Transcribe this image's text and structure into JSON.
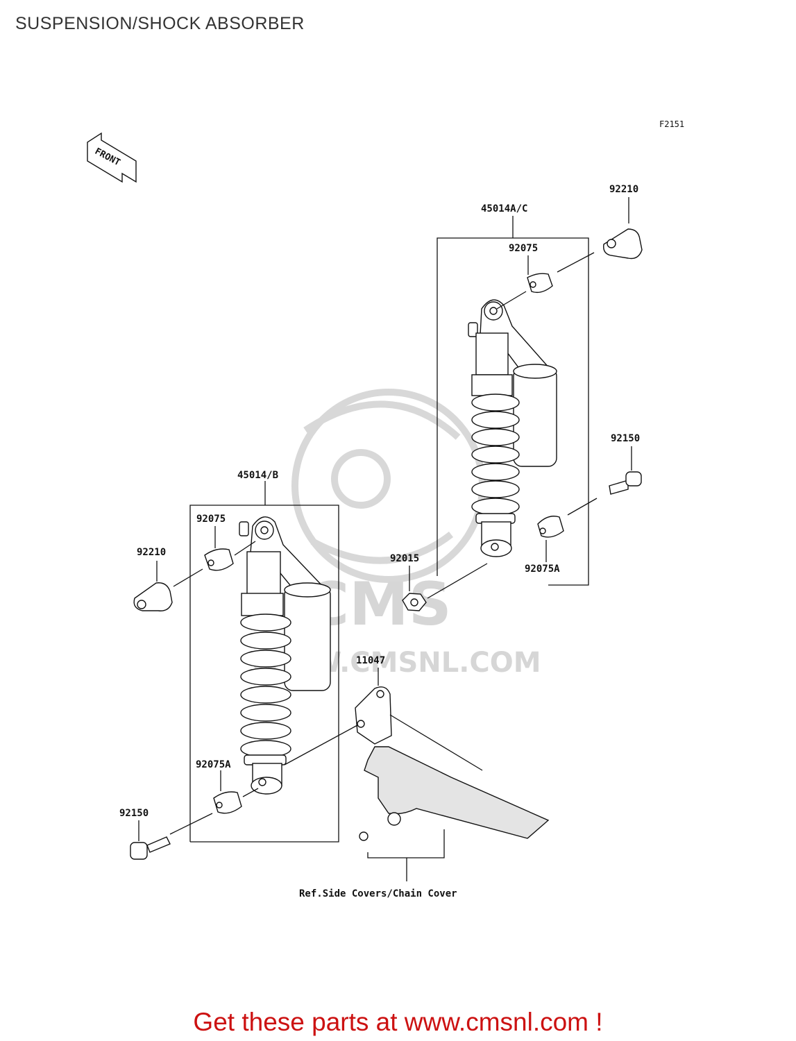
{
  "title": "SUSPENSION/SHOCK ABSORBER",
  "figure_code": "F2151",
  "front_marker": "FRONT",
  "watermark": "WWW.CMSNL.COM",
  "labels": {
    "shock_right_assembly": "45014A/C",
    "shock_left_assembly": "45014/B",
    "collar_top_right": "92210",
    "bushing_top_right": "92075",
    "bolt_bottom_right": "92150",
    "nut": "92015",
    "bushing_bottom_right": "92075A",
    "collar_left": "92210",
    "bushing_top_left": "92075",
    "bracket": "11047",
    "bushing_bottom_left": "92075A",
    "bolt_bottom_left": "92150",
    "reference_note": "Ref.Side Covers/Chain Cover"
  },
  "cta": "Get these parts at www.cmsnl.com !"
}
